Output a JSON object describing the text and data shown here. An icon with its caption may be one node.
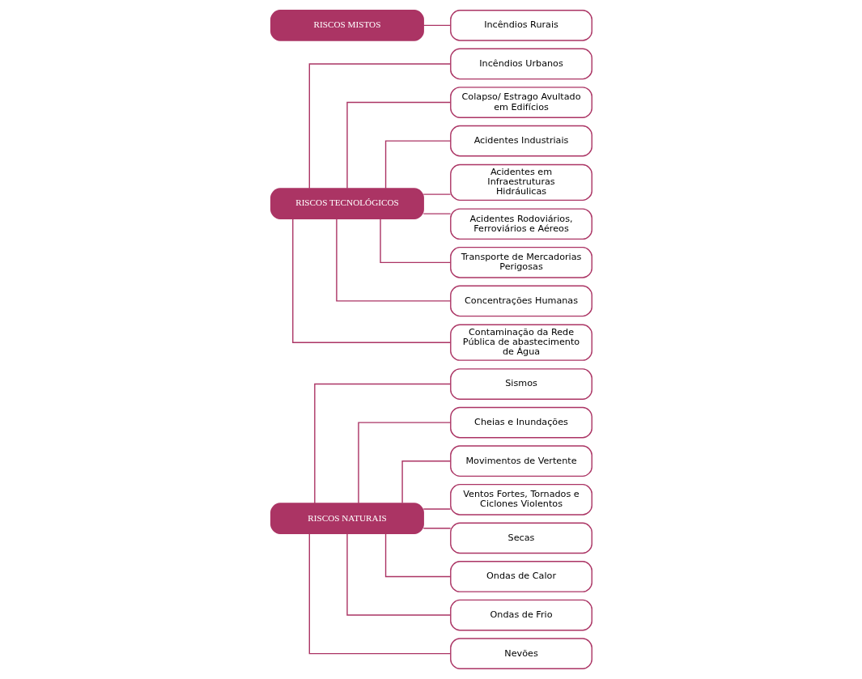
{
  "diagram": {
    "nodes": [
      {
        "text": [
          "RISCOS NATURAIS"
        ]
      },
      {
        "text": [
          "RISCOS TECNOLÓGICOS"
        ]
      },
      {
        "text": [
          "RISCOS MISTOS"
        ]
      },
      {
        "text": [
          "Sismos"
        ]
      },
      {
        "text": [
          "Cheias e Inundações"
        ]
      },
      {
        "text": [
          "Movimentos de Vertente"
        ]
      },
      {
        "text": [
          "Ventos Fortes, Tornados e Ciclones Violentos"
        ]
      },
      {
        "text": [
          "Secas"
        ]
      },
      {
        "text": [
          "Ondas de Calor"
        ]
      },
      {
        "text": [
          "Ondas de Frio"
        ]
      },
      {
        "text": [
          "Nevões"
        ]
      },
      {
        "text": [
          "Incêndios Urbanos"
        ]
      },
      {
        "text": [
          "Colapso/ Estrago Avultado em Edifícios"
        ]
      },
      {
        "text": [
          "Acidentes Industriais"
        ]
      },
      {
        "text": [
          "Acidentes em Infraestruturas Hidráulicas"
        ]
      },
      {
        "text": [
          "Acidentes Rodoviários, Ferroviários e Aéreos"
        ]
      },
      {
        "text": [
          "Transporte de Mercadorias Perigosas"
        ]
      },
      {
        "text": [
          "Concentrações Humanas"
        ]
      },
      {
        "text": [
          "Contaminação da Rede Pública de abastecimento de Água"
        ]
      },
      {
        "text": [
          "Incêndios Rurais"
        ]
      }
    ],
    "edges": [
      {
        "from": 0,
        "to": 3,
        "arrow": "none"
      },
      {
        "from": 0,
        "to": 4,
        "arrow": "none"
      },
      {
        "from": 0,
        "to": 5,
        "arrow": "none"
      },
      {
        "from": 0,
        "to": 6,
        "arrow": "none"
      },
      {
        "from": 0,
        "to": 7,
        "arrow": "none"
      },
      {
        "from": 0,
        "to": 8,
        "arrow": "none"
      },
      {
        "from": 0,
        "to": 9,
        "arrow": "none"
      },
      {
        "from": 0,
        "to": 10,
        "arrow": "none"
      },
      {
        "from": 1,
        "to": 11,
        "arrow": "none"
      },
      {
        "from": 1,
        "to": 12,
        "arrow": "none"
      },
      {
        "from": 1,
        "to": 13,
        "arrow": "none"
      },
      {
        "from": 1,
        "to": 14,
        "arrow": "none"
      },
      {
        "from": 1,
        "to": 15,
        "arrow": "none"
      },
      {
        "from": 1,
        "to": 16,
        "arrow": "none"
      },
      {
        "from": 1,
        "to": 17,
        "arrow": "none"
      },
      {
        "from": 1,
        "to": 18,
        "arrow": "none"
      },
      {
        "from": 2,
        "to": 19,
        "arrow": "none"
      }
    ]
  }
}
